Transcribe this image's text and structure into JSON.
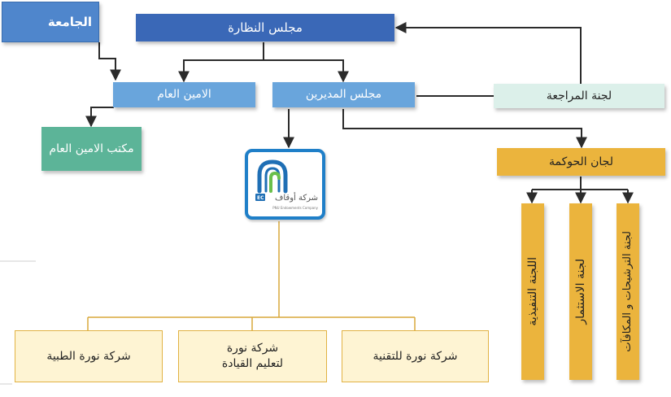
{
  "nodes": {
    "university": "الجامعة",
    "board_of_trustees": "مجلس النظارة",
    "secretary_general": "الامين العام",
    "board_of_directors": "مجلس المديرين",
    "audit_committee": "لجنة المراجعة",
    "secretary_office": "مكتب الامين العام",
    "governance_committees": "لجان الحوكمة",
    "executive_committee": "اللجنة التنفيذية",
    "investment_committee": "لجنة الاستثمار",
    "nominations_committee": "لجنة الترشيحات و المكافآت",
    "noura_medical": "شركة نورة الطبية",
    "noura_leadership": "شركة نورة لتعليم القيادة",
    "noura_tech": "شركة نورة للتقنية"
  },
  "logo": {
    "name_ar": "شركة أوقاف",
    "name_en": "PNU Endowments Company",
    "badge": "EC"
  },
  "colors": {
    "dark_blue": "#3a68b7",
    "light_blue": "#69a5dc",
    "mid_blue": "#4f86cc",
    "mint": "#dcf0ea",
    "green": "#5cb498",
    "gold": "#ebb43d",
    "cream": "#fef4d3",
    "gold_border": "#e1b243",
    "line_dark": "#2b2b2b",
    "line_gold": "#d9a93a"
  }
}
